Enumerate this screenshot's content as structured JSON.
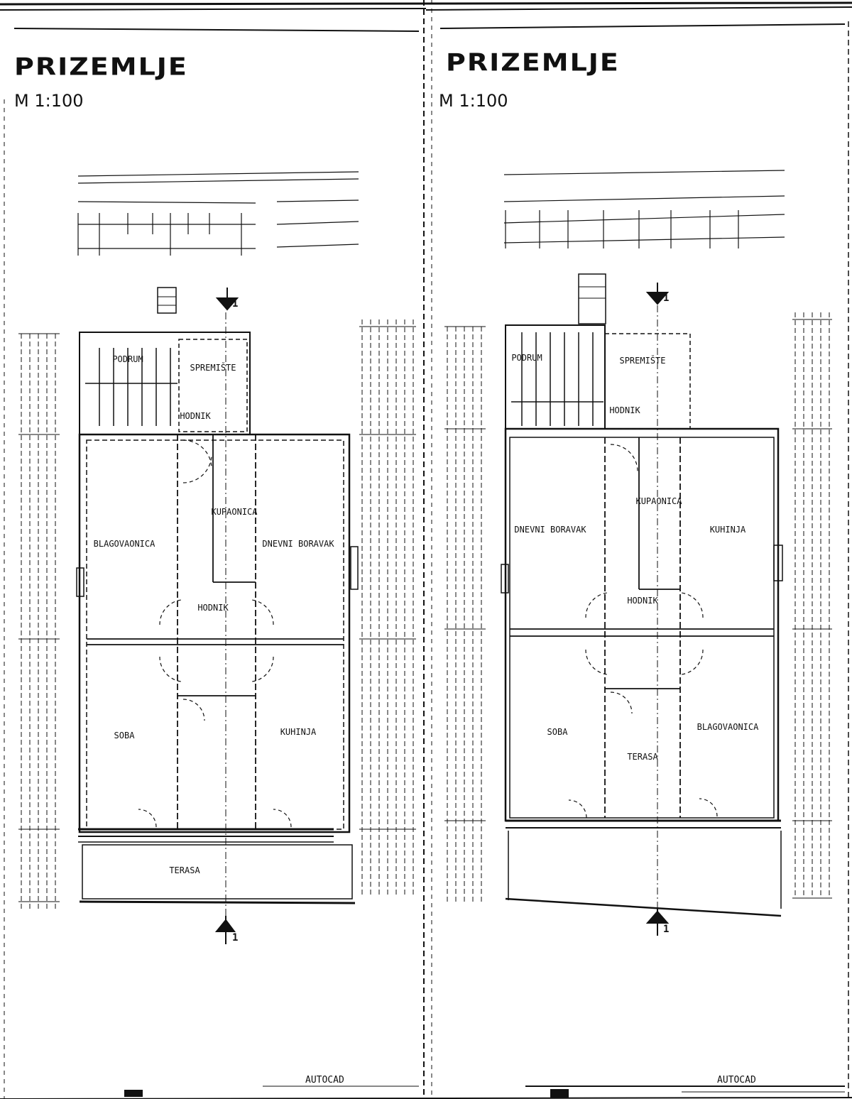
{
  "sheets": [
    {
      "title": "PRIZEMLJE",
      "scale": "M 1:100",
      "rooms": [
        {
          "name": "PODRUM",
          "area": ""
        },
        {
          "name": "SPREMIŠTE",
          "area": ""
        },
        {
          "name": "HODNIK",
          "area": ""
        },
        {
          "name": "KUPAONICA",
          "area": ""
        },
        {
          "name": "BLAGOVAONICA",
          "area": ""
        },
        {
          "name": "HODNIK",
          "area": ""
        },
        {
          "name": "DNEVNI BORAVAK",
          "area": ""
        },
        {
          "name": "SOBA",
          "area": ""
        },
        {
          "name": "KUHINJA",
          "area": ""
        },
        {
          "name": "TERASA",
          "area": ""
        }
      ],
      "section_mark": "1",
      "titleblock": "AUTOCAD"
    },
    {
      "title": "PRIZEMLJE",
      "scale": "M 1:100",
      "rooms": [
        {
          "name": "PODRUM",
          "area": ""
        },
        {
          "name": "SPREMIŠTE",
          "area": ""
        },
        {
          "name": "HODNIK",
          "area": ""
        },
        {
          "name": "KUPAONICA",
          "area": ""
        },
        {
          "name": "DNEVNI BORAVAK",
          "area": ""
        },
        {
          "name": "KUHINJA",
          "area": ""
        },
        {
          "name": "HODNIK",
          "area": ""
        },
        {
          "name": "SOBA",
          "area": ""
        },
        {
          "name": "BLAGOVAONICA",
          "area": ""
        },
        {
          "name": "TERASA",
          "area": ""
        }
      ],
      "section_mark": "1",
      "titleblock": "AUTOCAD"
    }
  ]
}
